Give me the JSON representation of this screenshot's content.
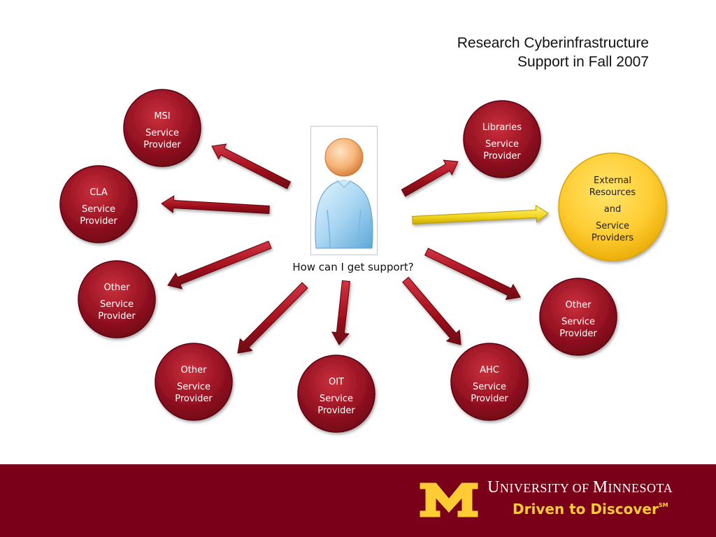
{
  "slide": {
    "title_line1": "Research Cyberinfrastructure",
    "title_line2": "Support in Fall 2007",
    "center_label": "How can I get support?"
  },
  "colors": {
    "node_dark": "#7a0b1c",
    "node_light": "#c9303c",
    "external_fill": "#ffcc33",
    "arrow_red": "#a8131f",
    "arrow_yellow": "#f5dc2e",
    "footer_bg": "#7a0019",
    "logo_gold": "#ffcc33"
  },
  "nodes": [
    {
      "id": "msi",
      "lines": [
        "MSI",
        "Service",
        "Provider"
      ],
      "type": "provider"
    },
    {
      "id": "cla",
      "lines": [
        "CLA",
        "Service",
        "Provider"
      ],
      "type": "provider"
    },
    {
      "id": "other-left",
      "lines": [
        "Other",
        "Service",
        "Provider"
      ],
      "type": "provider"
    },
    {
      "id": "other-bottom-left",
      "lines": [
        "Other",
        "Service",
        "Provider"
      ],
      "type": "provider"
    },
    {
      "id": "oit",
      "lines": [
        "OIT",
        "Service",
        "Provider"
      ],
      "type": "provider"
    },
    {
      "id": "ahc",
      "lines": [
        "AHC",
        "Service",
        "Provider"
      ],
      "type": "provider"
    },
    {
      "id": "other-right",
      "lines": [
        "Other",
        "Service",
        "Provider"
      ],
      "type": "provider"
    },
    {
      "id": "libraries",
      "lines": [
        "Libraries",
        "Service",
        "Provider"
      ],
      "type": "provider"
    },
    {
      "id": "external",
      "lines": [
        "External",
        "Resources",
        "and",
        "Service",
        "Providers"
      ],
      "type": "external"
    }
  ],
  "arrows": [
    {
      "target": "msi",
      "color": "red"
    },
    {
      "target": "cla",
      "color": "red"
    },
    {
      "target": "other-left",
      "color": "red"
    },
    {
      "target": "other-bottom-left",
      "color": "red"
    },
    {
      "target": "oit",
      "color": "red"
    },
    {
      "target": "ahc",
      "color": "red"
    },
    {
      "target": "other-right",
      "color": "red"
    },
    {
      "target": "libraries",
      "color": "red"
    },
    {
      "target": "external",
      "color": "yellow"
    }
  ],
  "footer": {
    "university_name_first": "U",
    "university_name_rest": "NIVERSITY OF ",
    "university_name_m": "M",
    "university_name_end": "INNESOTA",
    "tagline": "Driven to Discover",
    "service_mark": "SM",
    "logo_icon": "block-m-logo"
  }
}
